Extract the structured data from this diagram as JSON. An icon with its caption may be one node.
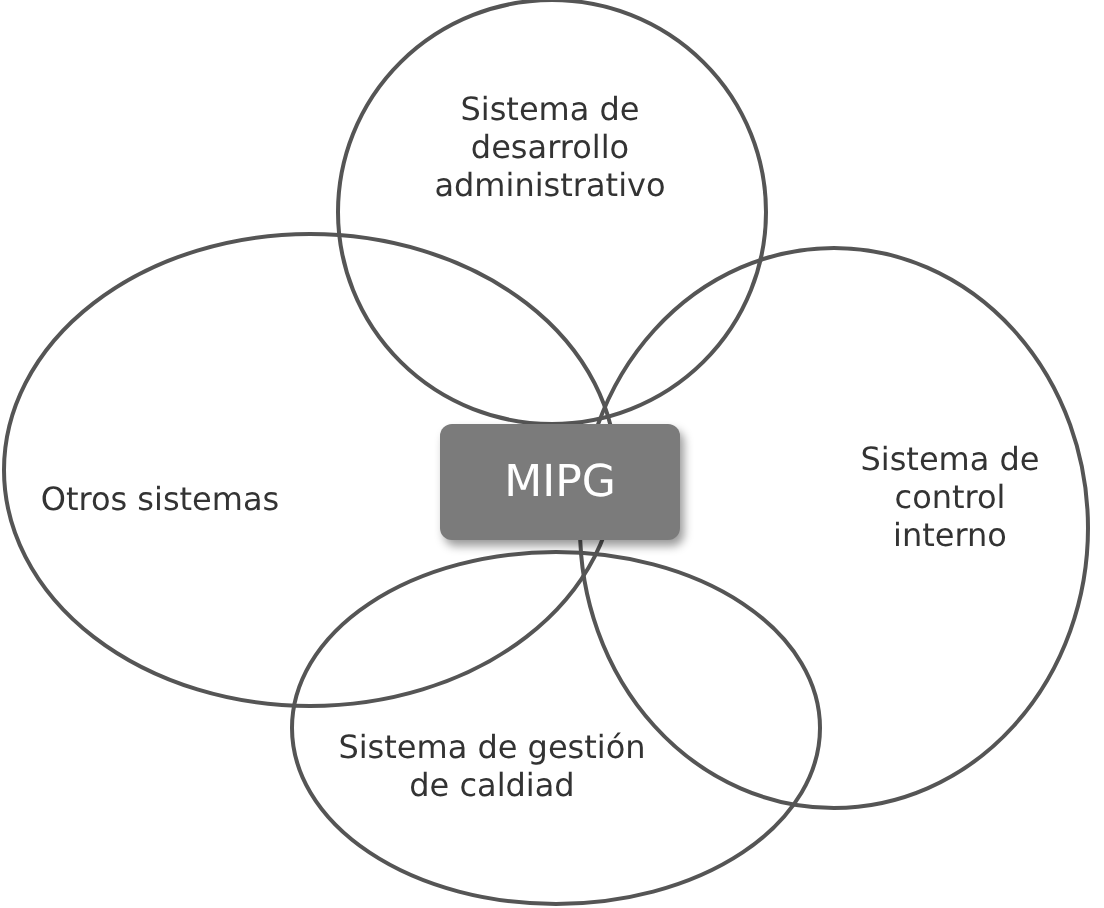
{
  "diagram": {
    "nodes": [
      {
        "text": [
          "Sistema de desarrollo administrativo"
        ]
      },
      {
        "text": [
          "Otros sistemas"
        ]
      },
      {
        "text": [
          "MIPG"
        ]
      },
      {
        "text": [
          "Sistema de control interno"
        ]
      },
      {
        "text": [
          "Sistema de gestión de caldiad"
        ]
      }
    ]
  }
}
